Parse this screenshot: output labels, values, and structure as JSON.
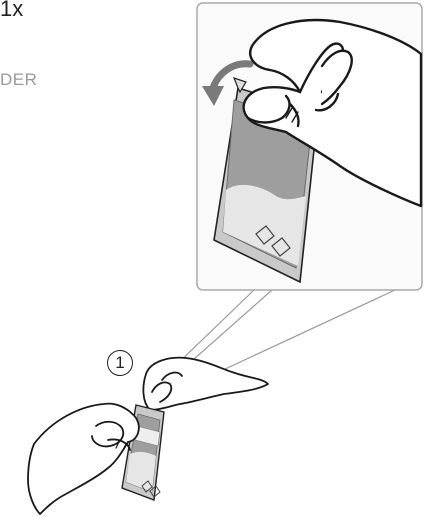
{
  "header": {
    "quantity_text": "1x",
    "partial_label": "DER"
  },
  "step": {
    "number": "1"
  },
  "colors": {
    "line": "#222222",
    "callout_border": "#aaaaaa",
    "callout_fill": "#fafafa",
    "pouch_fill": "#c9c9c9",
    "pouch_dark": "#8e8e8e",
    "pouch_light": "#e6e6e6",
    "skin": "#ffffff"
  },
  "icons": [
    "curved-arrow-icon",
    "diamond-pair-icon"
  ]
}
